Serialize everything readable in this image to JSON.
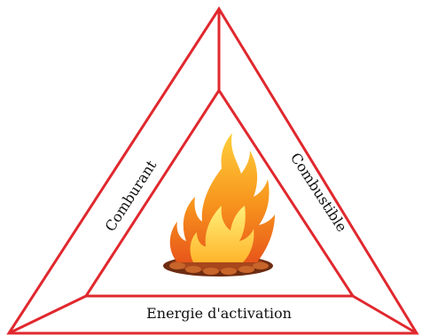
{
  "diagram": {
    "labels": {
      "left_side": "Comburant",
      "right_side": "Combustible",
      "bottom_side": "Energie d'activation"
    },
    "center_icon": "fire-icon",
    "colors": {
      "triangle_stroke": "#e0282e",
      "text": "#111111",
      "flame_outer": "#f7941d",
      "flame_inner": "#ffd84d",
      "ember": "#8a3a18"
    }
  }
}
